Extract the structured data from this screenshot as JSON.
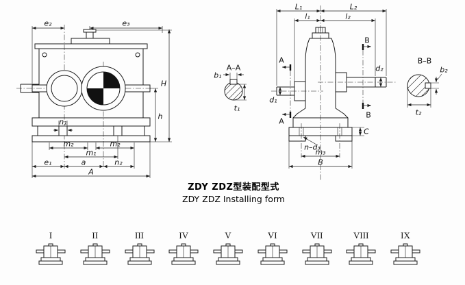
{
  "caption": {
    "title_zh": "ZDY ZDZ型装配型式",
    "title_en": "ZDY ZDZ Installing form"
  },
  "front_view": {
    "dims": {
      "e2": "e₂",
      "e3": "e₃",
      "H": "H",
      "h": "h",
      "n1": "n₁",
      "m2_left": "m₂",
      "m2_right": "m₂",
      "m1": "m₁",
      "e1": "e₁",
      "a": "a",
      "n2": "n₂",
      "A": "A"
    }
  },
  "section_a": {
    "title": "A–A",
    "b1": "b₁",
    "t1": "t₁"
  },
  "section_b": {
    "title": "B–B",
    "b2": "b₂",
    "t2": "t₂"
  },
  "side_view": {
    "dims": {
      "L1": "L₁",
      "L2": "L₂",
      "l1": "l₁",
      "l2": "l₂",
      "A_top": "A",
      "A_bottom": "A",
      "B_top": "B",
      "B_bottom": "B",
      "d1": "d₁",
      "d2": "d₂",
      "C": "C",
      "n_d3": "n–d₃",
      "m3": "m₃",
      "B_width": "B"
    }
  },
  "forms": [
    {
      "label": "I"
    },
    {
      "label": "II"
    },
    {
      "label": "III"
    },
    {
      "label": "IV"
    },
    {
      "label": "V"
    },
    {
      "label": "VI"
    },
    {
      "label": "VII"
    },
    {
      "label": "VIII"
    },
    {
      "label": "IX"
    }
  ]
}
